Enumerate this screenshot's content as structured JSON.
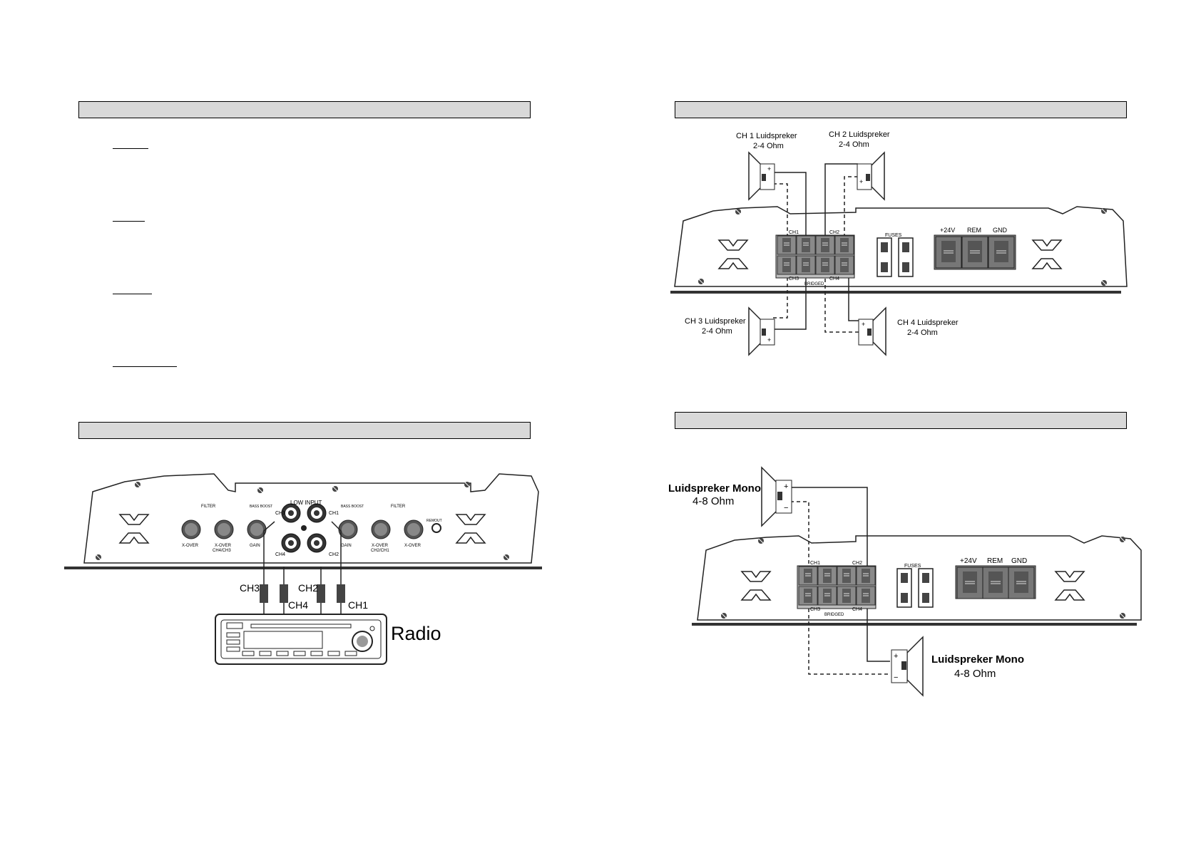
{
  "left": {
    "section_bar_1": "",
    "section_bar_2": "",
    "inputs": {
      "low_input": "LOW INPUT",
      "ch1": "CH1",
      "ch2": "CH2",
      "ch3": "CH3",
      "ch4": "CH4",
      "filter": "FILTER",
      "bass_boost": "BASS BOOST",
      "xover": "X-OVER",
      "gain": "GAIN",
      "ch4_ch3": "CH4/CH3",
      "ch2_ch1": "CH2/CH1",
      "remout": "REMOUT",
      "cable_ch3": "CH3",
      "cable_ch4": "CH4",
      "cable_ch2": "CH2",
      "cable_ch1": "CH1",
      "radio": "Radio"
    }
  },
  "right": {
    "section_bar_1": "",
    "section_bar_2": "",
    "four_channel": {
      "ch1_speaker": "CH 1 Luidspreker",
      "ch1_ohm": "2-4 Ohm",
      "ch2_speaker": "CH 2 Luidspreker",
      "ch2_ohm": "2-4 Ohm",
      "ch3_speaker": "CH 3 Luidspreker",
      "ch3_ohm": "2-4 Ohm",
      "ch4_speaker": "CH 4 Luidspreker",
      "ch4_ohm": "2-4 Ohm",
      "fuses": "FUSES",
      "plus24v": "+24V",
      "rem": "REM",
      "gnd": "GND",
      "ch1": "CH1",
      "ch2": "CH2",
      "ch3": "CH3",
      "ch4": "CH4",
      "bridged": "BRIDGED"
    },
    "mono": {
      "speaker_top": "Luidspreker Mono",
      "speaker_top_ohm": "4-8 Ohm",
      "speaker_bottom": "Luidspreker Mono",
      "speaker_bottom_ohm": "4-8 Ohm",
      "fuses": "FUSES",
      "plus24v": "+24V",
      "rem": "REM",
      "gnd": "GND",
      "ch1": "CH1",
      "ch2": "CH2",
      "ch3": "CH3",
      "ch4": "CH4",
      "bridged": "BRIDGED"
    }
  }
}
